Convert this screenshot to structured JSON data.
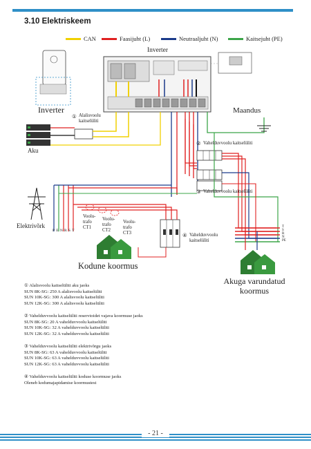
{
  "header": {
    "title": "3.10 Elektriskeem"
  },
  "legend": [
    {
      "label": "CAN",
      "color": "#f0d000"
    },
    {
      "label": "Faasijuht (L)",
      "color": "#e02020"
    },
    {
      "label": "Neutraaljuht (N)",
      "color": "#1a3a8a"
    },
    {
      "label": "Kaitsejuht (PE)",
      "color": "#3ba548"
    }
  ],
  "colors": {
    "accent": "#2e8fc7",
    "can": "#f0d000",
    "phase": "#e02020",
    "neutral": "#1a3a8a",
    "pe": "#3ba548",
    "house": "#2e7d32"
  },
  "diagram": {
    "inverter_top": "Inverter",
    "inverter_left": "Inverter",
    "battery": "Aku",
    "dc_breaker_num": "①",
    "dc_breaker": "Alalisvoolu kaitselüliti",
    "ground": "Maandus",
    "ac_breaker_2_num": "②",
    "ac_breaker_2": "Vahelduvvoolu kaitselüliti",
    "ac_breaker_3_num": "③",
    "ac_breaker_3": "Vahelduvvoolu kaitselüliti",
    "ac_breaker_4_num": "④",
    "ac_breaker_4": "Vahelduvvoolu kaitselüliti",
    "grid": "Elektrivõrk",
    "grid_terminals": "PENRST",
    "ct1": "Voolu- trafo CT1",
    "ct2": "Voolu- trafo CT2",
    "ct3": "Voolu- trafo CT3",
    "home_load": "Kodune koormus",
    "backup_load": "Akuga varundatud koormus",
    "terminals": [
      "T",
      "S",
      "R",
      "N",
      "PE"
    ]
  },
  "notes": [
    {
      "heading": "① Alalisvoolu kaitselüliti aku jaoks",
      "lines": [
        "SUN 8K-SG: 250 A alalisvoolu kaitselüliti",
        "SUN 10K-SG: 300 A alalisvoolu kaitselüliti",
        "SUN 12K-SG: 300 A alalisvoolu kaitselüliti"
      ]
    },
    {
      "heading": "② Vahelduvvoolu kaitselüliti reservtoidet vajava koormuse jaoks",
      "lines": [
        "SUN 8K-SG: 20 A vahelduvvoolu kaitselüliti",
        "SUN 10K-SG: 32 A vahelduvvoolu kaitselüliti",
        "SUN 12K-SG: 32 A vahelduvvoolu kaitselüliti"
      ]
    },
    {
      "heading": "③ Vahelduvvoolu kaitselüliti elektrivõrgu jaoks",
      "lines": [
        "SUN 8K-SG: 63 A vahelduvvoolu kaitselüliti",
        "SUN 10K-SG: 63 A vahelduvvoolu kaitselüliti",
        "SUN 12K-SG: 63 A vahelduvvoolu kaitselüliti"
      ]
    },
    {
      "heading": "④ Vahelduvvoolu kaitselüliti koduse koormuse jaoks",
      "lines": [
        "Oleneb kodumajapidamise koormustest"
      ]
    }
  ],
  "footer": {
    "page": "- 21 -"
  }
}
